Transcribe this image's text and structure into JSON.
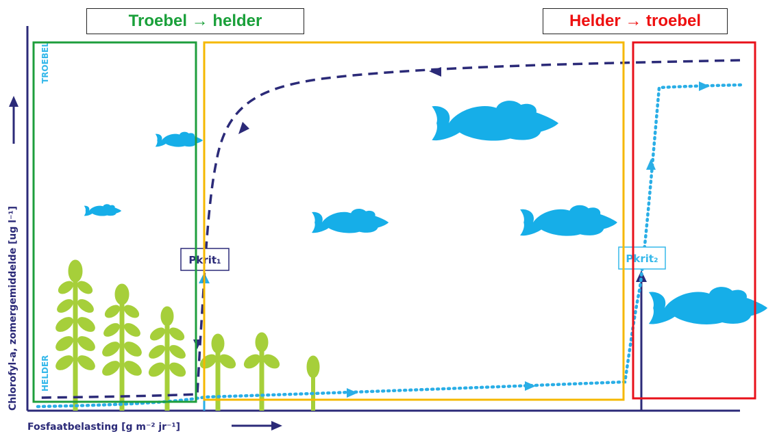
{
  "headers": {
    "left": "Troebel → helder",
    "right": "Helder → troebel"
  },
  "axes": {
    "y_label": "Chlorofyl-a, zomergemiddelde [ug l⁻¹]",
    "x_label": "Fosfaatbelasting [g m⁻² jr⁻¹]",
    "y_top_state": "TROEBEL",
    "y_bottom_state": "HELDER"
  },
  "thresholds": {
    "p1": "Pkrit₁",
    "p2": "Pkrit₂"
  },
  "colors": {
    "green_box": "#1e9e3c",
    "yellow_box": "#f5b800",
    "red_box": "#e8101a",
    "axis": "#2b2a78",
    "fish": "#16aee8",
    "plant": "#a6cf3a",
    "dashed_curve": "#2b2a78",
    "dotted_curve": "#2aaee6",
    "state_label": "#35b8ea"
  }
}
